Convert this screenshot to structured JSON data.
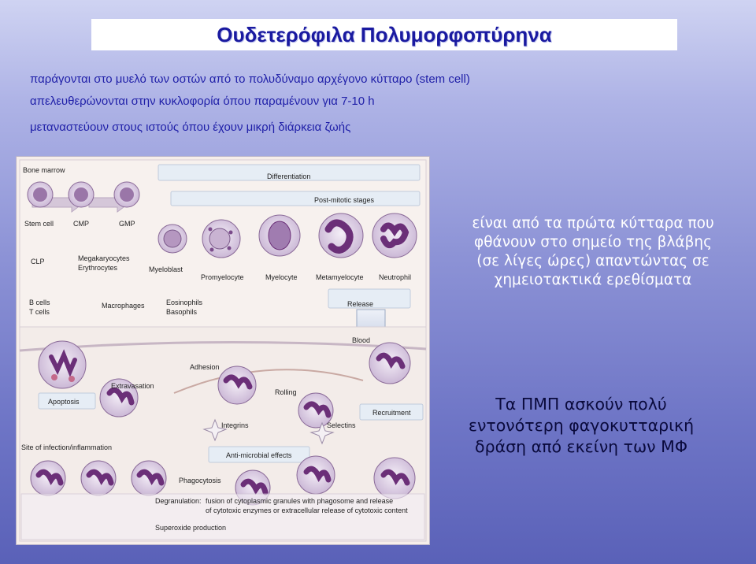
{
  "title": "Ουδετερόφιλα Πολυμορφοπύρηνα",
  "bullets": [
    "παράγονται στο μυελό των οστών από το πολυδύναμο αρχέγονο κύτταρο (stem cell)",
    "απελευθερώνονται στην κυκλοφορία όπου παραμένουν για 7-10 h",
    "μεταναστεύουν στους ιστούς όπου έχουν  μικρή διάρκεια ζωής"
  ],
  "figure": {
    "bone_marrow": "Bone marrow",
    "differentiation": "Differentiation",
    "post_mitotic": "Post-mitotic stages",
    "stem_cell": "Stem cell",
    "cmp": "CMP",
    "gmp": "GMP",
    "clp": "CLP",
    "megakaryocytes": "Megakaryocytes",
    "erythrocytes": "Erythrocytes",
    "myeloblast": "Myeloblast",
    "promyelocyte": "Promyelocyte",
    "myelocyte": "Myelocyte",
    "metamyelocyte": "Metamyelocyte",
    "neutrophil": "Neutrophil",
    "b_cells": "B cells",
    "t_cells": "T cells",
    "macrophages": "Macrophages",
    "eosinophils": "Eosinophils",
    "basophils": "Basophils",
    "release": "Release",
    "blood": "Blood",
    "adhesion": "Adhesion",
    "extravasation": "Extravasation",
    "rolling": "Rolling",
    "apoptosis": "Apoptosis",
    "recruitment": "Recruitment",
    "integrins": "Integrins",
    "selectins": "Selectins",
    "site": "Site of infection/inflammation",
    "anti_microbial": "Anti-microbial effects",
    "phagocytosis": "Phagocytosis",
    "degranulation": "Degranulation:",
    "degranulation_text_1": "fusion of cytoplasmic granules with phagosome and release",
    "degranulation_text_2": "of cytotoxic enzymes or extracellular release of cytotoxic content",
    "superoxide": "Superoxide production"
  },
  "note1": "είναι από τα πρώτα κύτταρα που φθάνουν στο σημείο  της βλάβης (σε λίγες ώρες) απαντώντας σε χημειοτακτικά ερεθίσματα",
  "note2": "Τα ΠΜΠ ασκούν πολύ εντονότερη φαγοκυτταρική δράση από εκείνη των ΜΦ",
  "colors": {
    "title_text": "#1a1aa0",
    "bullet_text": "#1f1fa8",
    "cell_purple": "#6b2f78",
    "cell_light": "#d9c6e0"
  }
}
